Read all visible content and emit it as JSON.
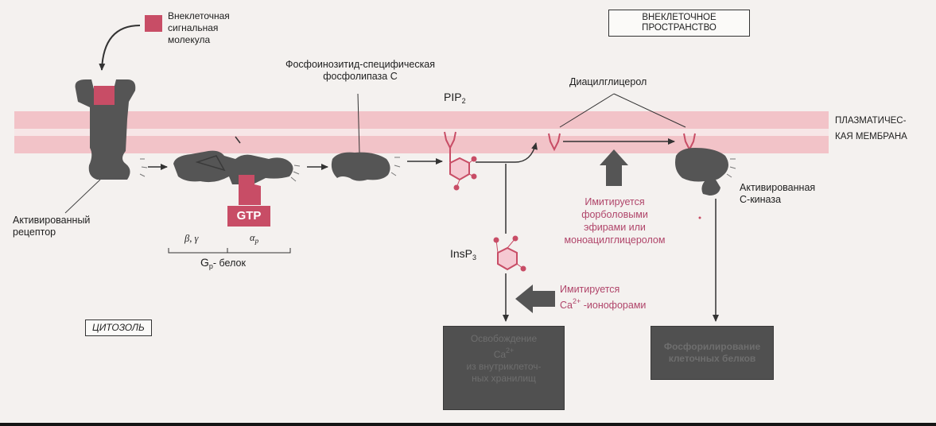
{
  "labels": {
    "signal_molecule": [
      "Внеклеточная",
      "сигнальная",
      "молекула"
    ],
    "extracellular_space": [
      "ВНЕКЛЕТОЧНОЕ",
      "ПРОСТРАНСТВО"
    ],
    "phospholipase": [
      "Фосфоинозитид-специфическая",
      "фосфолипаза C"
    ],
    "pip2_base": "PIP",
    "pip2_sub": "2",
    "diacylglycerol": "Диацилглицерол",
    "plasma_membrane": [
      "ПЛАЗМАТИЧЕС-",
      "КАЯ МЕМБРАНА"
    ],
    "activated_receptor": [
      "Активированный",
      "рецептор"
    ],
    "gtp": "GTP",
    "beta_gamma": "β, γ",
    "alpha_base": "α",
    "alpha_sub": "p",
    "gp_base": "G",
    "gp_sub": "p",
    "gp_suffix": "- белок",
    "activated_kinase": [
      "Активированная",
      "C-киназа"
    ],
    "mimicked_phorbol": [
      "Имитируется",
      "форболовыми",
      "эфирами или",
      "моноацилглицеролом"
    ],
    "insp3_base": "InsP",
    "insp3_sub": "3",
    "mimicked_ca_line1": "Имитируется",
    "mimicked_ca_base": "Ca",
    "mimicked_ca_sup": "2+",
    "mimicked_ca_suffix": " -ионофорами",
    "cytosol": "ЦИТОЗОЛЬ",
    "ca_release_line1": "Освобождение",
    "ca_release_base": "Ca",
    "ca_release_sup": "2+",
    "ca_release_rest": [
      "из внутриклеточ-",
      "ных хранилищ"
    ],
    "phosphorylation": [
      "Фосфорилирование",
      "клеточных белков"
    ]
  },
  "colors": {
    "membrane": "#f2c3c8",
    "protein": "#555555",
    "signal": "#c84d66",
    "lipid": "#c84d66",
    "text_pink": "#b0456a"
  }
}
